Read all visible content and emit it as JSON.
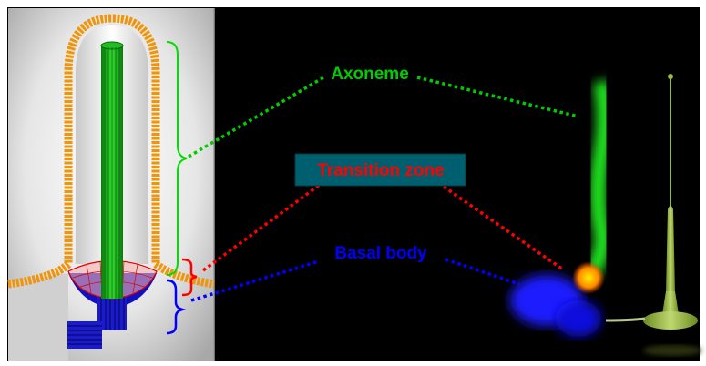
{
  "labels": {
    "axoneme": "Axoneme",
    "transition_zone": "Transition zone",
    "basal_body": "Basal body"
  },
  "colors": {
    "axoneme": "#00cc00",
    "transition_zone": "#ff0000",
    "basal_body": "#0000ff",
    "label_box": "#005f6e",
    "membrane": "#f0950a"
  }
}
